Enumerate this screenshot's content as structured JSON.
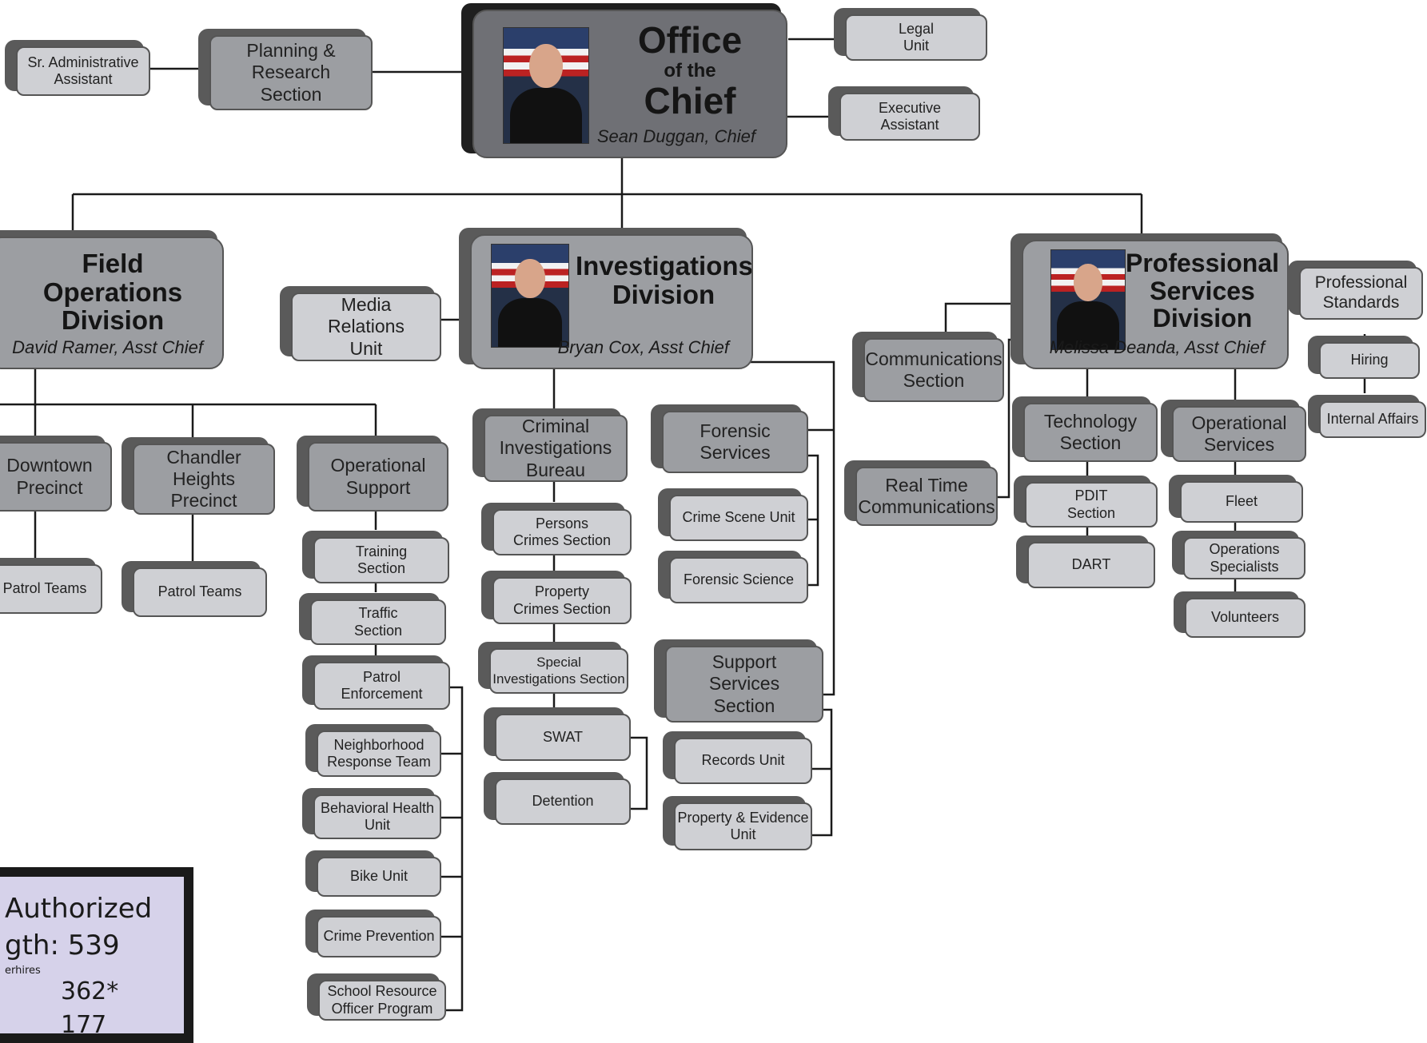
{
  "office": {
    "title_top": "Office",
    "title_mid": "of the",
    "title_bottom": "Chief",
    "person": "Sean Duggan, Chief"
  },
  "divisions": {
    "field": {
      "title": "Field Operations\nDivision",
      "person": "David Ramer, Asst Chief"
    },
    "investigations": {
      "title": "Investigations\nDivision",
      "person": "Bryan Cox, Asst Chief"
    },
    "professional": {
      "title": "Professional\nServices\nDivision",
      "person": "Melissa Deanda, Asst Chief"
    }
  },
  "units": {
    "sr_admin": "Sr. Administrative\nAssistant",
    "planning": "Planning &\nResearch\nSection",
    "legal": "Legal\nUnit",
    "exec_asst": "Executive\nAssistant",
    "media": "Media\nRelations\nUnit",
    "downtown": "Downtown\nPrecinct",
    "chandler_heights": "Chandler Heights\nPrecinct",
    "operational_support": "Operational\nSupport",
    "patrol_teams_1": "Patrol Teams",
    "patrol_teams_2": "Patrol Teams",
    "training": "Training\nSection",
    "traffic": "Traffic\nSection",
    "patrol_enf": "Patrol\nEnforcement",
    "nrt": "Neighborhood\nResponse Team",
    "bhu": "Behavioral Health\nUnit",
    "bike": "Bike Unit",
    "crime_prev": "Crime Prevention",
    "sro": "School Resource\nOfficer Program",
    "cib": "Criminal\nInvestigations\nBureau",
    "persons": "Persons\nCrimes Section",
    "property": "Property\nCrimes Section",
    "special": "Special\nInvestigations Section",
    "swat": "SWAT",
    "detention": "Detention",
    "forensic": "Forensic\nServices",
    "csu": "Crime Scene Unit",
    "fsci": "Forensic Science",
    "support": "Support\nServices\nSection",
    "records": "Records Unit",
    "prop_evid": "Property & Evidence\nUnit",
    "comms": "Communications\nSection",
    "rtc": "Real Time\nCommunications",
    "tech": "Technology\nSection",
    "pdit": "PDIT\nSection",
    "dart": "DART",
    "ops_services": "Operational\nServices",
    "fleet": "Fleet",
    "ops_spec": "Operations\nSpecialists",
    "volunteers": "Volunteers",
    "prof_std": "Professional\nStandards",
    "hiring": "Hiring",
    "ia": "Internal Affairs"
  },
  "strength": {
    "line1": "Authorized",
    "line2": "gth:  539",
    "line3": "erhires",
    "line4": "362*",
    "line5": "177"
  },
  "colors": {
    "light_box": "#cfd0d4",
    "mid_box": "#9c9ea2",
    "dark_box": "#6f7075",
    "box_depth": "#5a5a5a",
    "strength_panel": "#d6d2ea"
  }
}
